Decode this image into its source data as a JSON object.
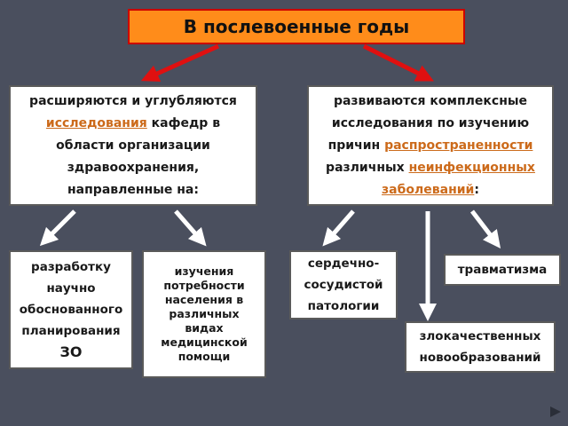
{
  "title": "В послевоенные годы",
  "left": {
    "line1": "расширяются и углубляются",
    "line2_link": "исследования",
    "line2_rest": " кафедр в",
    "line3": "области организации",
    "line4": "здравоохранения,",
    "line5": "направленные на:"
  },
  "right": {
    "line1": "развиваются комплексные",
    "line2": "исследования по изучению",
    "line3_pre": "причин ",
    "line3_link": "распространенности",
    "line4_pre": "различных ",
    "line4_link": "неинфекционных",
    "line5_link": "заболеваний",
    "line5_post": ":"
  },
  "boxes": {
    "b1": {
      "l1": "разработку",
      "l2": "научно",
      "l3": "обоснованного",
      "l4": "планирования",
      "l5": "ЗО"
    },
    "b2": {
      "l1": "изучения",
      "l2": "потребности",
      "l3": "населения в",
      "l4": "различных",
      "l5": "видах",
      "l6": "медицинской",
      "l7": "помощи"
    },
    "b3": {
      "l1": "сердечно-",
      "l2": "сосудистой",
      "l3": "патологии"
    },
    "b4": {
      "l1": "травматизма"
    },
    "b5": {
      "l1": "злокачественных",
      "l2": "новообразований"
    }
  },
  "colors": {
    "background": "#4a4f5e",
    "title_fill": "#ff8c1a",
    "title_border": "#cc0000",
    "highlight": "#cc6a1a",
    "arrow_red": "#e01010",
    "arrow_white": "#ffffff"
  },
  "icons": {
    "nav": "triangle-right-icon"
  }
}
